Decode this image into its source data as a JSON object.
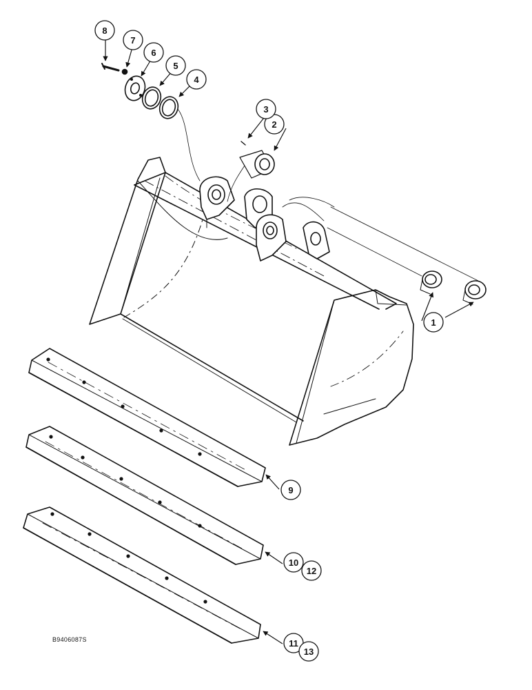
{
  "figure_id": "B9406087S",
  "callouts": {
    "c1": "1",
    "c2": "2",
    "c3": "3",
    "c4": "4",
    "c5": "5",
    "c6": "6",
    "c7": "7",
    "c8": "8",
    "c9": "9",
    "c10": "10",
    "c11": "11",
    "c12": "12",
    "c13": "13"
  }
}
